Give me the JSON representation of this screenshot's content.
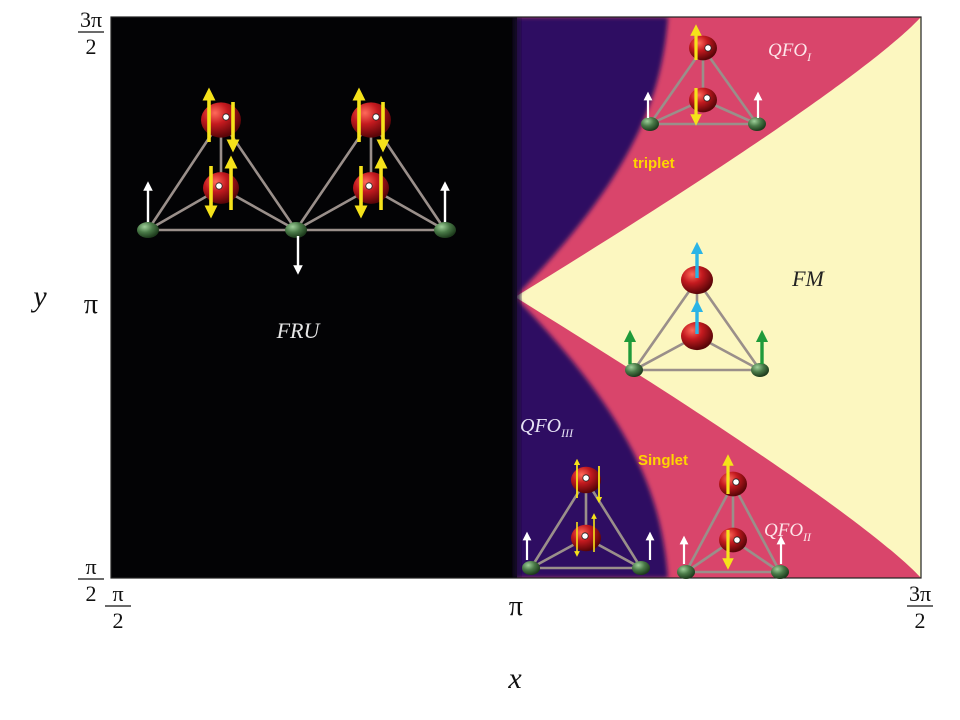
{
  "axes": {
    "x_label": "x",
    "y_label": "y",
    "x_ticks": [
      {
        "kind": "frac",
        "num": "π",
        "den": "2"
      },
      {
        "kind": "plain",
        "text": "π"
      },
      {
        "kind": "frac",
        "num": "3π",
        "den": "2"
      }
    ],
    "y_ticks": [
      {
        "kind": "frac",
        "num": "3π",
        "den": "2"
      },
      {
        "kind": "plain",
        "text": "π"
      },
      {
        "kind": "frac",
        "num": "π",
        "den": "2"
      }
    ]
  },
  "regions": {
    "fru": "FRU",
    "fm": "FM",
    "qfo1_base": "QFO",
    "qfo1_sub": "I",
    "qfo2_base": "QFO",
    "qfo2_sub": "II",
    "qfo3_base": "QFO",
    "qfo3_sub": "III"
  },
  "annotations": {
    "triplet": "triplet",
    "singlet": "Singlet"
  },
  "colors": {
    "fru": "#030305",
    "qfo3": "#2e0f62",
    "qfo_pink": "#d9456b",
    "fm": "#fcf7c0",
    "sphere_red": "#b5121b",
    "sphere_green": "#4a7a48",
    "arrow_yellow": "#f5e21a",
    "arrow_white": "#ffffff",
    "arrow_cyan": "#2ab4e6",
    "arrow_green": "#1f9a3a",
    "label_yellow": "#ffd500"
  }
}
